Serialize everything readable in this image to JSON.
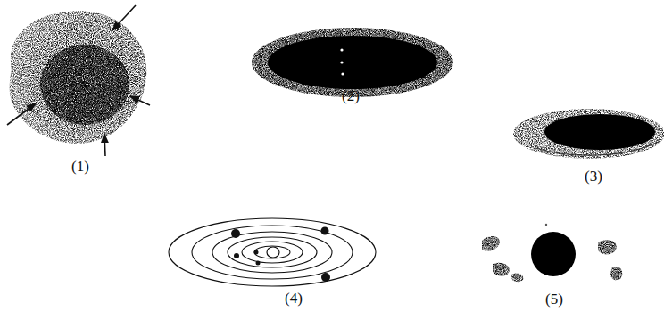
{
  "diagram": {
    "labels": [
      "(1)",
      "(2)",
      "(3)",
      "(4)",
      "(5)"
    ]
  }
}
